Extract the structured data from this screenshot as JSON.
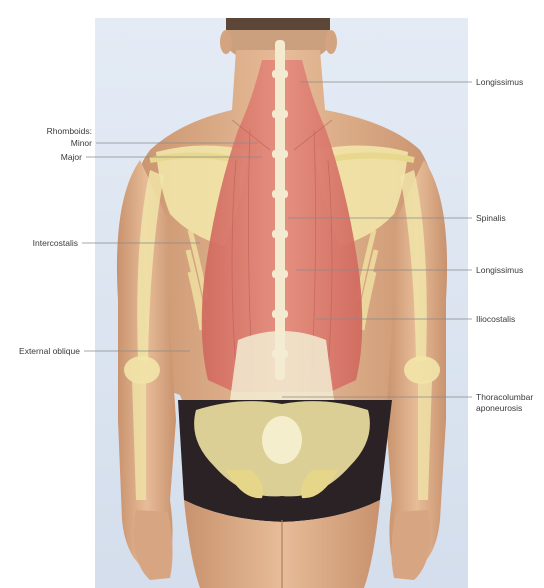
{
  "labels": {
    "rhomboids_heading": "Rhomboids:",
    "rhomboids_minor": "Minor",
    "rhomboids_major": "Major",
    "intercostalis": "Intercostalis",
    "external_oblique": "External oblique",
    "longissimus_upper": "Longissimus",
    "spinalis": "Spinalis",
    "longissimus_lower": "Longissimus",
    "iliocostalis": "Iliocostalis",
    "thoracolumbar_line1": "Thoracolumbar",
    "thoracolumbar_line2": "aponeurosis"
  },
  "colors": {
    "backdrop": "#dde6f2",
    "skin": "#e2b48f",
    "muscle": "#d9766a",
    "bone": "#f2e6a8",
    "underwear": "#2b2226"
  }
}
